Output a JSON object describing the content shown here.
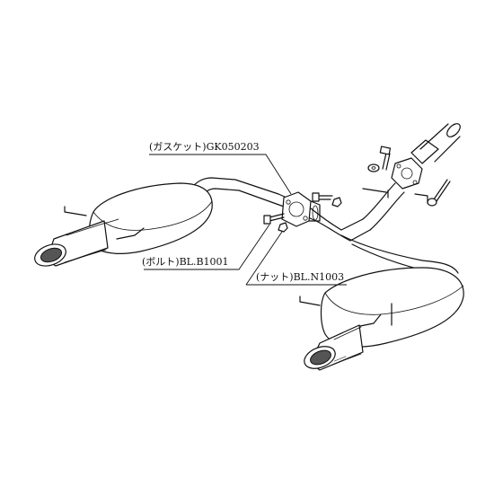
{
  "labels": {
    "gasket": "(ガスケット)GK050203",
    "bolt": "(ボルト)BL.B1001",
    "nut": "(ナット)BL.N1003"
  },
  "colors": {
    "line": "#111111",
    "background": "#ffffff",
    "tip_shade": "#555555"
  }
}
